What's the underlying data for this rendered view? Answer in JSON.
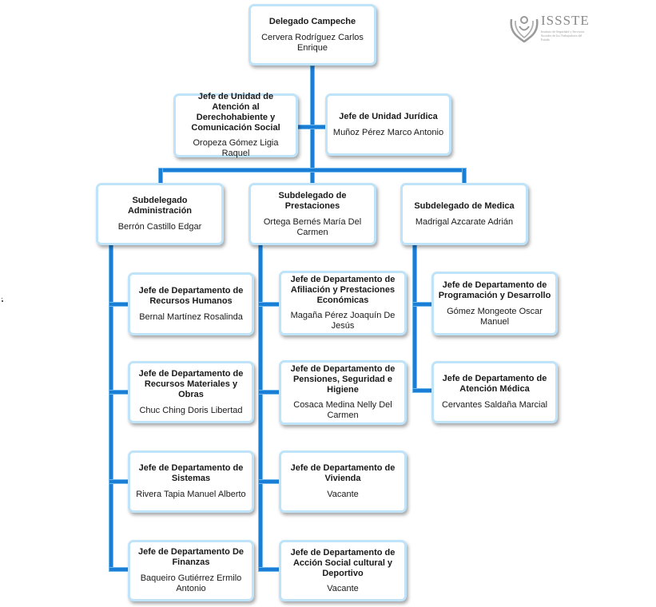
{
  "logo": {
    "text": "ISSSTE",
    "subtitle": "Instituto de Seguridad y Servicios Sociales de los Trabajadores del Estado",
    "icon": "issste-emblem-icon"
  },
  "nodes": {
    "delegado": {
      "title": "Delegado Campeche",
      "name": "Cervera Rodríguez Carlos Enrique"
    },
    "atencion_derechohabiente": {
      "title": "Jefe de Unidad de Atención al Derechohabiente y Comunicación Social",
      "name": "Oropeza Gómez Ligia Raquel"
    },
    "juridica": {
      "title": "Jefe de Unidad Jurídica",
      "name": "Muñoz Pérez Marco Antonio"
    },
    "sub_admin": {
      "title": "Subdelegado Administración",
      "name": "Berrón Castillo Edgar"
    },
    "sub_prest": {
      "title": "Subdelegado de Prestaciones",
      "name": "Ortega Bernés María Del Carmen"
    },
    "sub_medica": {
      "title": "Subdelegado de Medica",
      "name": "Madrigal Azcarate Adrián"
    },
    "rh": {
      "title": "Jefe de Departamento de Recursos Humanos",
      "name": "Bernal Martínez Rosalinda"
    },
    "rmo": {
      "title": "Jefe de Departamento de Recursos Materiales y Obras",
      "name": "Chuc Ching Doris Libertad"
    },
    "sistemas": {
      "title": "Jefe de Departamento de Sistemas",
      "name": "Rivera Tapia Manuel Alberto"
    },
    "finanzas": {
      "title": "Jefe de Departamento De Finanzas",
      "name": "Baqueiro Gutiérrez Ermilo Antonio"
    },
    "afiliacion": {
      "title": "Jefe de Departamento de Afiliación y Prestaciones Económicas",
      "name": "Magaña Pérez Joaquín De Jesús"
    },
    "pensiones": {
      "title": "Jefe de Departamento de Pensiones, Seguridad e Higiene",
      "name": "Cosaca Medina Nelly Del Carmen"
    },
    "vivienda": {
      "title": "Jefe de Departamento de Vivienda",
      "name": "Vacante"
    },
    "accion_social": {
      "title": "Jefe de Departamento de Acción Social cultural y Deportivo",
      "name": "Vacante"
    },
    "programacion": {
      "title": "Jefe de Departamento de Programación y Desarrollo",
      "name": "Gómez Mongeote Oscar Manuel"
    },
    "atencion_medica": {
      "title": "Jefe de Departamento de Atención Médica",
      "name": "Cervantes Saldaña Marcial"
    }
  },
  "stray_mark": "."
}
